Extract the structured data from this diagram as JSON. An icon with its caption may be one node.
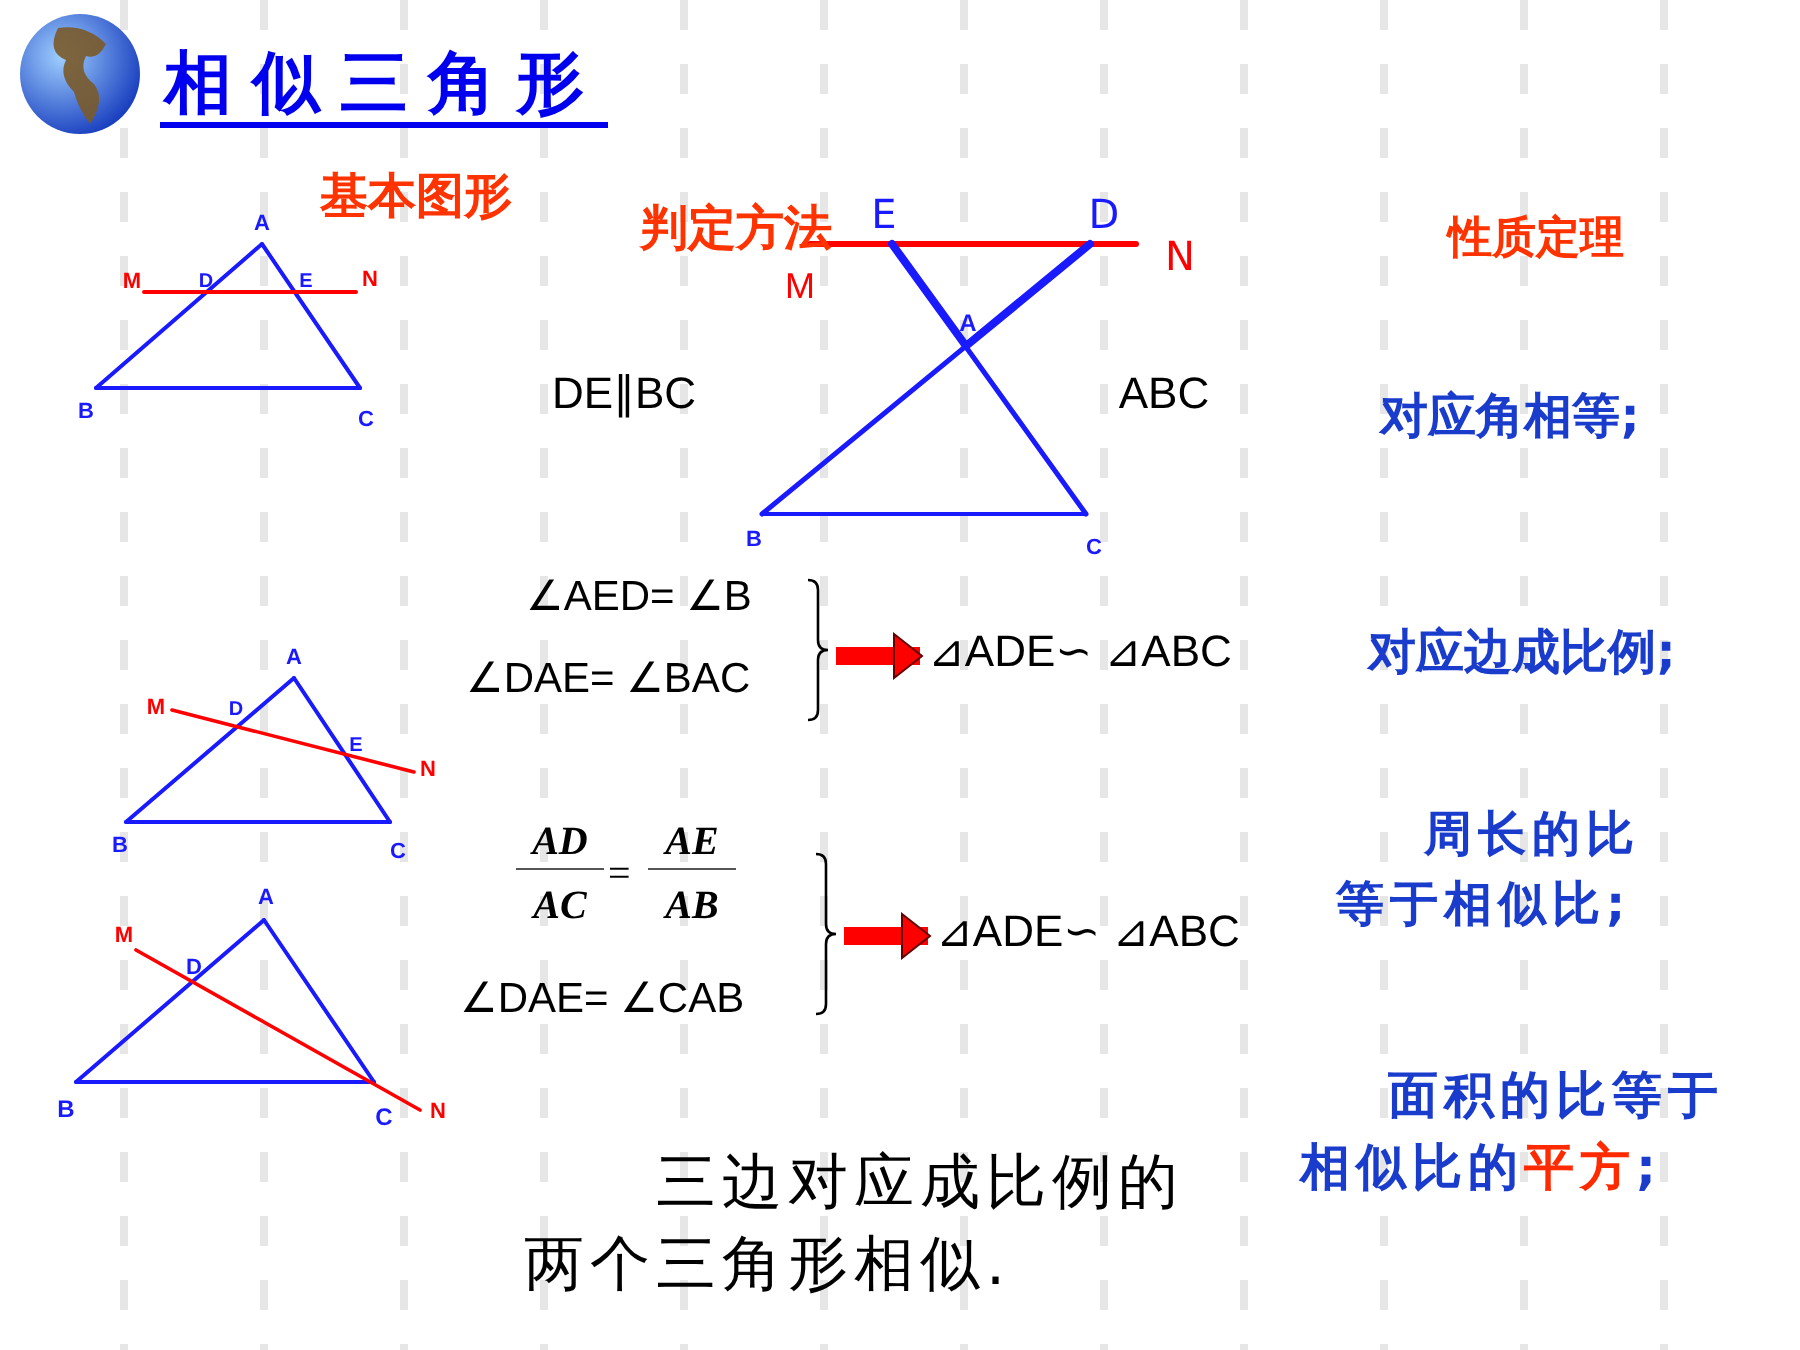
{
  "diagram": {
    "title": "相似三角形",
    "nodes": [
      {
        "text": [
          "∠AED= ∠B",
          "∠DAE= ∠BAC"
        ]
      },
      {
        "text": [
          "⊿ADE∽ ⊿ABC"
        ]
      },
      {
        "text": [
          "AD",
          "AC",
          "=",
          "AE",
          "AB",
          "∠DAE= ∠CAB"
        ]
      },
      {
        "text": [
          "⊿ADE∽ ⊿ABC"
        ]
      }
    ],
    "edges": [
      {
        "from": 0,
        "to": 1,
        "arrow": "to"
      },
      {
        "from": 2,
        "to": 3,
        "arrow": "to"
      }
    ],
    "labels": [
      "基本图形",
      "判定方法",
      "性质定理",
      "A",
      "M",
      "D",
      "E",
      "N",
      "B",
      "C",
      "M",
      "E",
      "D",
      "N",
      "A",
      "B",
      "C",
      "DE∥BC",
      "ABC",
      "对应角相等;",
      "A",
      "M",
      "D",
      "E",
      "N",
      "B",
      "C",
      "对应边成比例;",
      "周长的比等于相似比;",
      "A",
      "M",
      "D",
      "B",
      "C",
      "N",
      "面积的比等于相似比的**平方**;",
      "三边对应成比例的两个三角形相似."
    ]
  }
}
